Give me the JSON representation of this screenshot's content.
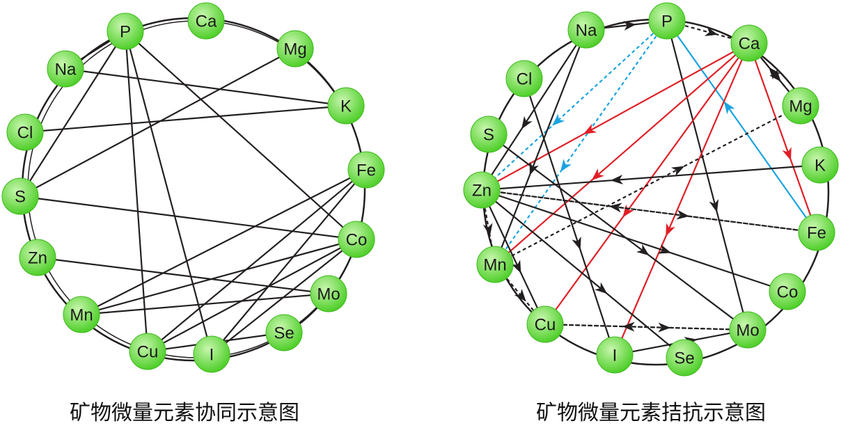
{
  "colors": {
    "node_fill_center": "#c8f6ae",
    "node_fill_edge": "#4fcf2a",
    "edge_black": "#231f20",
    "edge_red": "#e01f26",
    "edge_blue": "#1aa3e0"
  },
  "synergy": {
    "caption": "矿物微量元素协同示意图",
    "nodes": [
      {
        "id": "P",
        "label": "P"
      },
      {
        "id": "Ca",
        "label": "Ca"
      },
      {
        "id": "Mg",
        "label": "Mg"
      },
      {
        "id": "Na",
        "label": "Na"
      },
      {
        "id": "K",
        "label": "K"
      },
      {
        "id": "Cl",
        "label": "Cl"
      },
      {
        "id": "Fe",
        "label": "Fe"
      },
      {
        "id": "S",
        "label": "S"
      },
      {
        "id": "Co",
        "label": "Co"
      },
      {
        "id": "Zn",
        "label": "Zn"
      },
      {
        "id": "Mo",
        "label": "Mo"
      },
      {
        "id": "Mn",
        "label": "Mn"
      },
      {
        "id": "Se",
        "label": "Se"
      },
      {
        "id": "Cu",
        "label": "Cu"
      },
      {
        "id": "I",
        "label": "I"
      }
    ],
    "edges": [
      [
        "P",
        "Na"
      ],
      [
        "P",
        "S"
      ],
      [
        "P",
        "Cu"
      ],
      [
        "P",
        "I"
      ],
      [
        "P",
        "Co"
      ],
      [
        "Na",
        "K"
      ],
      [
        "Cl",
        "K"
      ],
      [
        "S",
        "Mg"
      ],
      [
        "S",
        "Co"
      ],
      [
        "Zn",
        "Mo"
      ],
      [
        "Mn",
        "Fe"
      ],
      [
        "Mn",
        "Co"
      ],
      [
        "Mn",
        "Mo"
      ],
      [
        "Cu",
        "Fe"
      ],
      [
        "Cu",
        "Co"
      ],
      [
        "I",
        "Fe"
      ],
      [
        "I",
        "Co"
      ],
      [
        "Cu",
        "Se"
      ]
    ]
  },
  "antagonism": {
    "caption": "矿物微量元素拮抗示意图",
    "nodes": [
      {
        "id": "Na",
        "label": "Na"
      },
      {
        "id": "P",
        "label": "P"
      },
      {
        "id": "Ca",
        "label": "Ca"
      },
      {
        "id": "Cl",
        "label": "Cl"
      },
      {
        "id": "Mg",
        "label": "Mg"
      },
      {
        "id": "S",
        "label": "S"
      },
      {
        "id": "K",
        "label": "K"
      },
      {
        "id": "Zn",
        "label": "Zn"
      },
      {
        "id": "Fe",
        "label": "Fe"
      },
      {
        "id": "Mn",
        "label": "Mn"
      },
      {
        "id": "Co",
        "label": "Co"
      },
      {
        "id": "Cu",
        "label": "Cu"
      },
      {
        "id": "Mo",
        "label": "Mo"
      },
      {
        "id": "I",
        "label": "I"
      },
      {
        "id": "Se",
        "label": "Se"
      }
    ],
    "edges": [
      {
        "from": "Na",
        "to": "P",
        "color": "black",
        "style": "solid"
      },
      {
        "from": "P",
        "to": "Ca",
        "color": "black",
        "style": "dashed"
      },
      {
        "from": "P",
        "to": "Zn",
        "color": "blue",
        "style": "dashed"
      },
      {
        "from": "P",
        "to": "Mn",
        "color": "blue",
        "style": "dashed"
      },
      {
        "from": "Fe",
        "to": "P",
        "color": "blue",
        "style": "solid"
      },
      {
        "from": "P",
        "to": "Mo",
        "color": "black",
        "style": "solid"
      },
      {
        "from": "Ca",
        "to": "Zn",
        "color": "red",
        "style": "solid"
      },
      {
        "from": "Ca",
        "to": "Mn",
        "color": "red",
        "style": "solid"
      },
      {
        "from": "Ca",
        "to": "Cu",
        "color": "red",
        "style": "solid"
      },
      {
        "from": "Ca",
        "to": "I",
        "color": "red",
        "style": "solid"
      },
      {
        "from": "Ca",
        "to": "Fe",
        "color": "red",
        "style": "solid"
      },
      {
        "from": "Mg",
        "to": "Ca",
        "color": "black",
        "style": "dashed"
      },
      {
        "from": "Ca",
        "to": "Mg",
        "color": "black",
        "style": "solid"
      },
      {
        "from": "Mn",
        "to": "Mg",
        "color": "black",
        "style": "dashed"
      },
      {
        "from": "K",
        "to": "Zn",
        "color": "black",
        "style": "solid"
      },
      {
        "from": "Zn",
        "to": "Fe",
        "color": "black",
        "style": "dashed"
      },
      {
        "from": "Fe",
        "to": "Zn",
        "color": "black",
        "style": "dashed"
      },
      {
        "from": "Zn",
        "to": "Co",
        "color": "black",
        "style": "solid"
      },
      {
        "from": "Zn",
        "to": "Se",
        "color": "black",
        "style": "solid"
      },
      {
        "from": "Zn",
        "to": "Mn",
        "color": "black",
        "style": "dashed"
      },
      {
        "from": "Zn",
        "to": "Cu",
        "color": "black",
        "style": "solid"
      },
      {
        "from": "Na",
        "to": "Zn",
        "color": "black",
        "style": "solid"
      },
      {
        "from": "Na",
        "to": "Mn",
        "color": "black",
        "style": "solid"
      },
      {
        "from": "Cl",
        "to": "I",
        "color": "black",
        "style": "solid"
      },
      {
        "from": "S",
        "to": "Mo",
        "color": "black",
        "style": "solid"
      },
      {
        "from": "Mn",
        "to": "Cu",
        "color": "black",
        "style": "dashed"
      },
      {
        "from": "Cu",
        "to": "Mo",
        "color": "black",
        "style": "dashed"
      },
      {
        "from": "Mo",
        "to": "Cu",
        "color": "black",
        "style": "dashed"
      },
      {
        "from": "I",
        "to": "Mo",
        "color": "black",
        "style": "solid"
      }
    ]
  }
}
